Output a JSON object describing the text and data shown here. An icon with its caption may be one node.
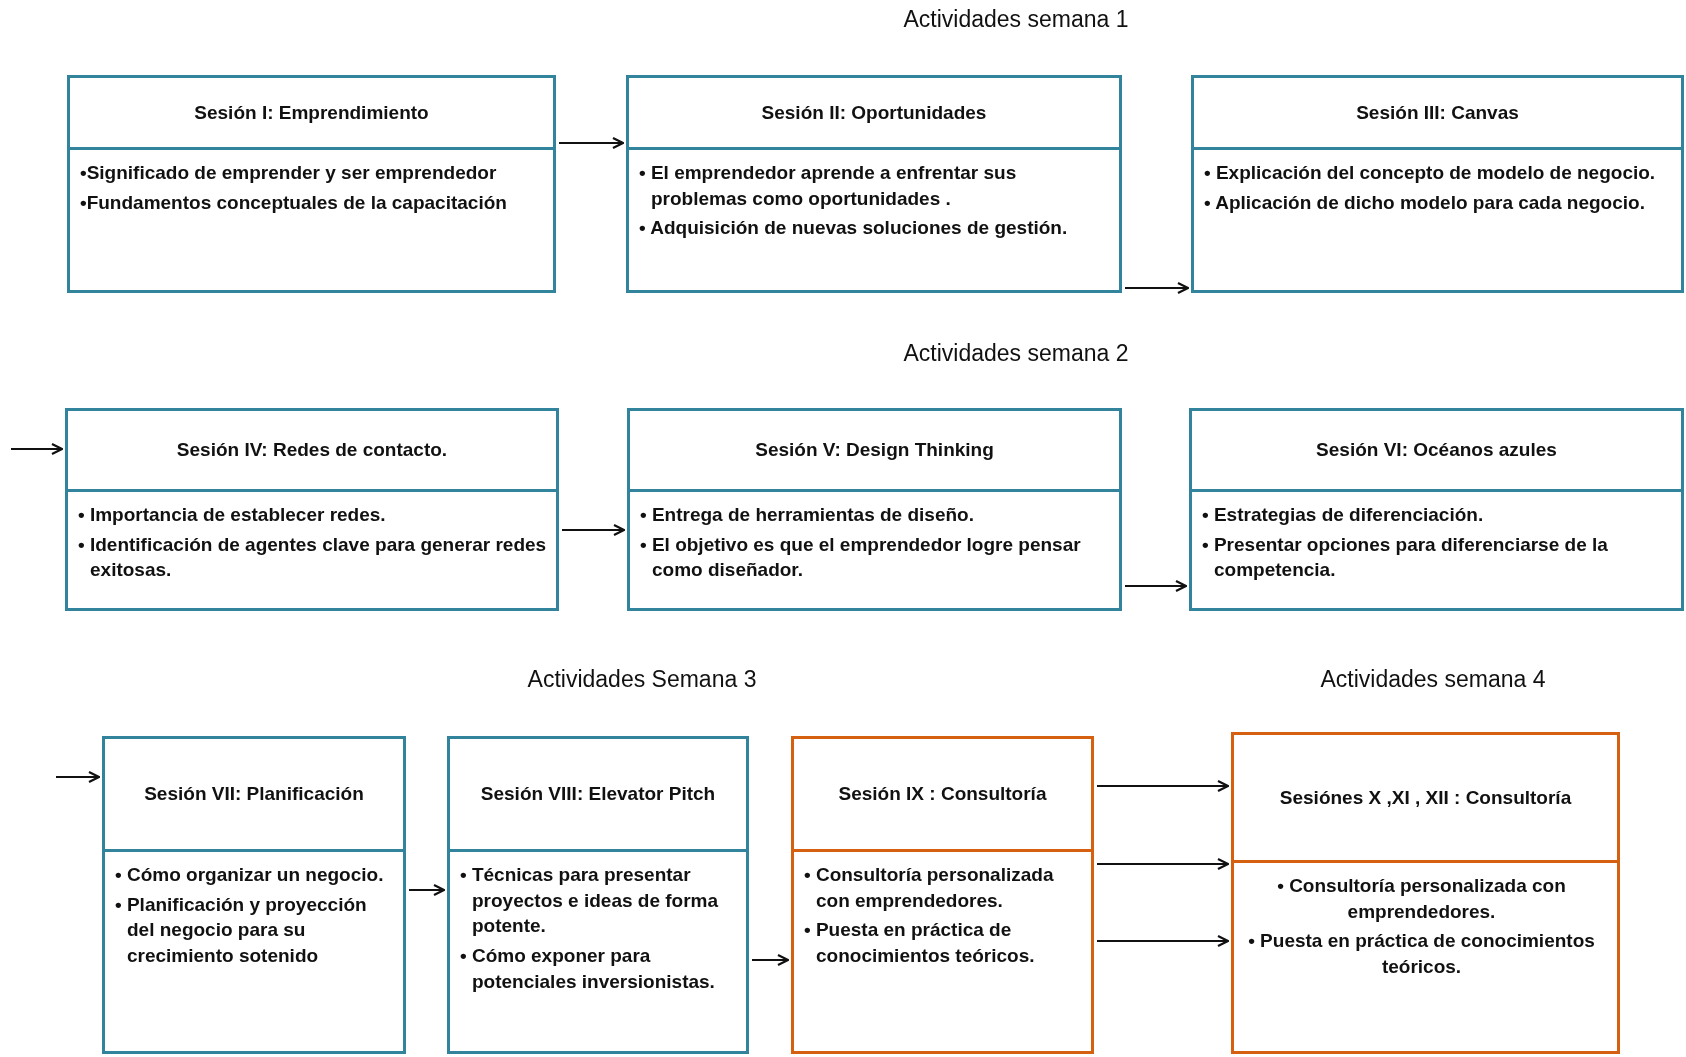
{
  "diagram": {
    "nodes": [
      {
        "text": [
          "Sesión I: Emprendimiento",
          "•Significado de emprender y ser emprendedor",
          "•Fundamentos conceptuales de la capacitación"
        ]
      },
      {
        "text": [
          "Sesión II: Oportunidades",
          "• El emprendedor aprende a enfrentar sus problemas como oportunidades .",
          "• Adquisición de nuevas soluciones de gestión."
        ]
      },
      {
        "text": [
          "Sesión III: Canvas",
          "• Explicación del concepto de modelo de negocio.",
          "• Aplicación de dicho modelo para cada negocio."
        ]
      },
      {
        "text": [
          "Sesión IV: Redes de contacto.",
          "• Importancia de establecer redes.",
          "• Identificación de agentes clave para generar redes exitosas."
        ]
      },
      {
        "text": [
          "Sesión V: Design Thinking",
          "• Entrega de herramientas de diseño.",
          "• El objetivo es que el emprendedor logre pensar como diseñador."
        ]
      },
      {
        "text": [
          "Sesión VI: Océanos azules",
          "• Estrategias de diferenciación.",
          "• Presentar opciones para diferenciarse de la competencia."
        ]
      },
      {
        "text": [
          "Sesión VII: Planificación",
          "• Cómo organizar un negocio.",
          "• Planificación y proyección del negocio para su crecimiento sotenido"
        ]
      },
      {
        "text": [
          "Sesión VIII: Elevator Pitch",
          "• Técnicas para presentar proyectos e ideas de forma potente.",
          "• Cómo exponer para potenciales inversionistas."
        ]
      },
      {
        "text": [
          "Sesión IX : Consultoría",
          "• Consultoría personalizada con emprendedores.",
          "• Puesta en práctica de conocimientos teóricos."
        ]
      },
      {
        "text": [
          "Sesiónes X ,XI , XII : Consultoría",
          "• Consultoría personalizada con emprendedores.",
          "• Puesta en práctica de conocimientos teóricos."
        ]
      }
    ],
    "edges": [
      {
        "from": 0,
        "to": 1,
        "arrow": "to"
      },
      {
        "from": 1,
        "to": 2,
        "arrow": "to"
      },
      {
        "from": null,
        "to": 3,
        "arrow": "to"
      },
      {
        "from": 3,
        "to": 4,
        "arrow": "to"
      },
      {
        "from": 4,
        "to": 5,
        "arrow": "to"
      },
      {
        "from": null,
        "to": 6,
        "arrow": "to"
      },
      {
        "from": 6,
        "to": 7,
        "arrow": "to"
      },
      {
        "from": 7,
        "to": 8,
        "arrow": "to"
      },
      {
        "from": 8,
        "to": 9,
        "arrow": "to"
      },
      {
        "from": 8,
        "to": 9,
        "arrow": "to"
      },
      {
        "from": 8,
        "to": 9,
        "arrow": "to"
      }
    ],
    "labels": [
      "Actividades semana 1",
      "Actividades semana 2",
      "Actividades Semana 3",
      "Actividades semana 4"
    ]
  }
}
